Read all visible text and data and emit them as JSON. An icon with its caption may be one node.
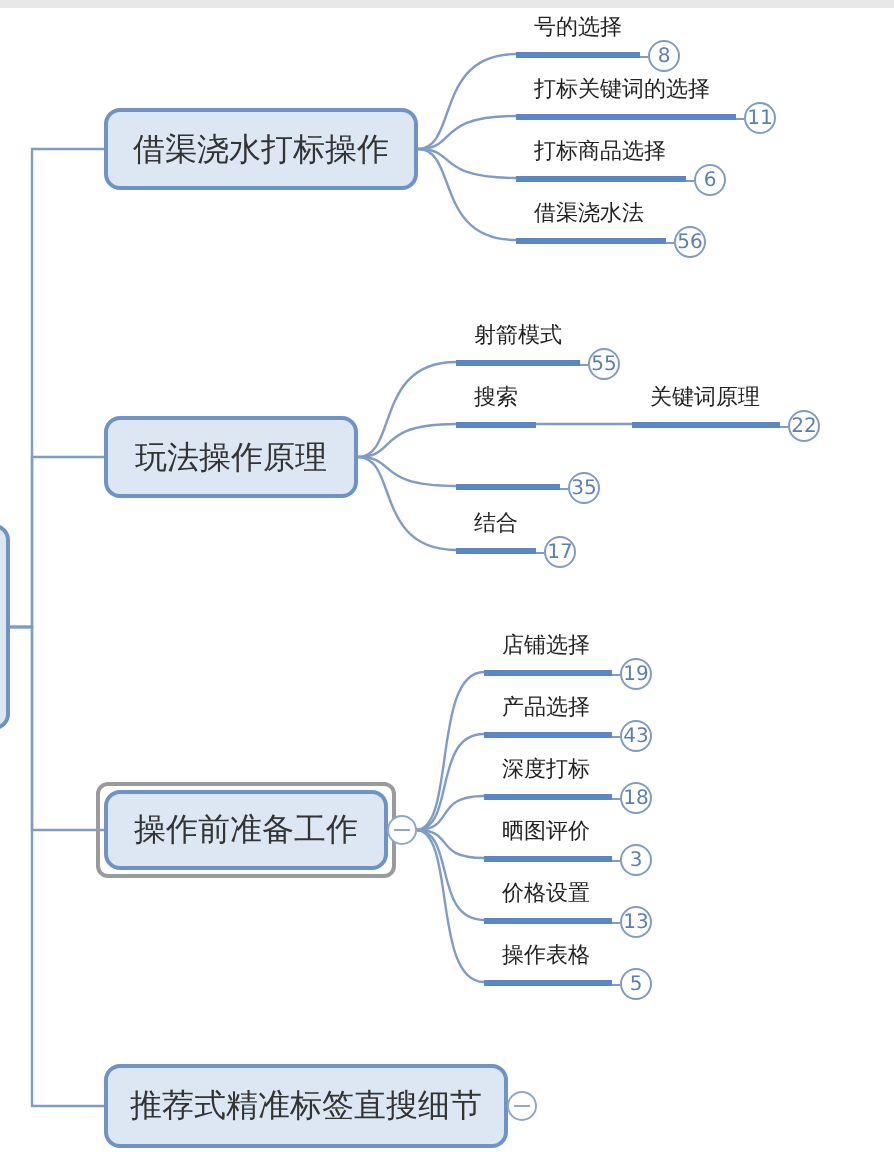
{
  "diagram": {
    "nodes": [
      {
        "text": [],
        "shape": "box"
      },
      {
        "text": [
          "借渠浇水打标操作"
        ]
      },
      {
        "text": [
          "号的选择"
        ],
        "beside": [
          "8"
        ]
      },
      {
        "text": [
          "打标关键词的选择"
        ],
        "beside": [
          "11"
        ]
      },
      {
        "text": [
          "打标商品选择"
        ],
        "beside": [
          "6"
        ]
      },
      {
        "text": [
          "借渠浇水法"
        ],
        "beside": [
          "56"
        ]
      },
      {
        "text": [
          "玩法操作原理"
        ]
      },
      {
        "text": [
          "射箭模式"
        ],
        "beside": [
          "55"
        ]
      },
      {
        "text": [
          "搜索"
        ]
      },
      {
        "text": [
          "关键词原理"
        ],
        "beside": [
          "22"
        ]
      },
      {
        "text": [],
        "shape": "bar",
        "beside": [
          "35"
        ]
      },
      {
        "text": [
          "结合"
        ],
        "beside": [
          "17"
        ]
      },
      {
        "text": [
          "操作前准备工作"
        ]
      },
      {
        "text": [
          "店铺选择"
        ],
        "beside": [
          "19"
        ]
      },
      {
        "text": [
          "产品选择"
        ],
        "beside": [
          "43"
        ]
      },
      {
        "text": [
          "深度打标"
        ],
        "beside": [
          "18"
        ]
      },
      {
        "text": [
          "晒图评价"
        ],
        "beside": [
          "3"
        ]
      },
      {
        "text": [
          "价格设置"
        ],
        "beside": [
          "13"
        ]
      },
      {
        "text": [
          "操作表格"
        ],
        "beside": [
          "5"
        ]
      },
      {
        "text": [
          "推荐式精准标签直搜细节"
        ]
      }
    ],
    "edges": [
      {
        "from": 0,
        "to": 1,
        "arrow": "none"
      },
      {
        "from": 0,
        "to": 6,
        "arrow": "none"
      },
      {
        "from": 0,
        "to": 12,
        "arrow": "none"
      },
      {
        "from": 0,
        "to": 19,
        "arrow": "none"
      },
      {
        "from": 1,
        "to": 2,
        "arrow": "none"
      },
      {
        "from": 1,
        "to": 3,
        "arrow": "none"
      },
      {
        "from": 1,
        "to": 4,
        "arrow": "none"
      },
      {
        "from": 1,
        "to": 5,
        "arrow": "none"
      },
      {
        "from": 6,
        "to": 7,
        "arrow": "none"
      },
      {
        "from": 6,
        "to": 8,
        "arrow": "none"
      },
      {
        "from": 8,
        "to": 9,
        "arrow": "none"
      },
      {
        "from": 6,
        "to": 10,
        "arrow": "none"
      },
      {
        "from": 6,
        "to": 11,
        "arrow": "none"
      },
      {
        "from": 12,
        "to": 13,
        "arrow": "none"
      },
      {
        "from": 12,
        "to": 14,
        "arrow": "none"
      },
      {
        "from": 12,
        "to": 15,
        "arrow": "none"
      },
      {
        "from": 12,
        "to": 16,
        "arrow": "none"
      },
      {
        "from": 12,
        "to": 17,
        "arrow": "none"
      },
      {
        "from": 12,
        "to": 18,
        "arrow": "none"
      }
    ]
  }
}
